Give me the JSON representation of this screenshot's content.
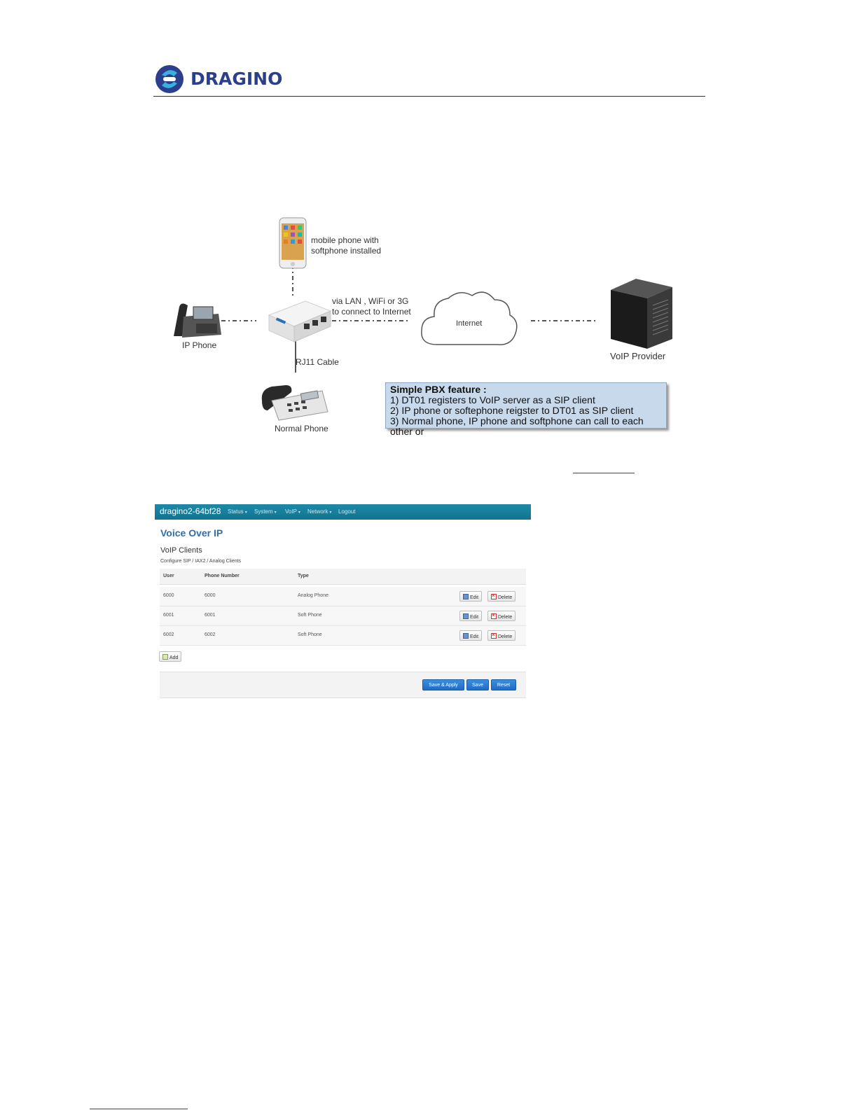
{
  "header": {
    "logo_text": "DRAGINO",
    "colors": {
      "brand": "#2b3f8c",
      "brand_light": "#3ab0e0"
    }
  },
  "diagram": {
    "mobile_label_1": "mobile phone with",
    "mobile_label_2": "softphone installed",
    "ip_phone_label": "IP Phone",
    "link_label_1": "via LAN , WiFi or 3G",
    "link_label_2": "to connect to Internet",
    "internet_label": "Internet",
    "server_label": "VoIP Provider",
    "rj11_label": "RJ11 Cable",
    "normal_phone_label": "Normal Phone",
    "pbx": {
      "title": "Simple PBX feature :",
      "lines": [
        "1) DT01 registers to VoIP server as a SIP client",
        "2) IP phone or softephone reigster to DT01 as SIP client",
        "3) Normal phone, IP phone and softphone can call to each other or"
      ]
    }
  },
  "ui": {
    "brand": "dragino2-64bf28",
    "nav": [
      "Status",
      "System",
      "VoIP",
      "Network",
      "Logout"
    ],
    "title": "Voice Over IP",
    "section": "VoIP Clients",
    "description": "Configure SIP / IAX2 / Analog Clients",
    "columns": [
      "User",
      "Phone Number",
      "Type"
    ],
    "rows": [
      {
        "user": "6000",
        "phone": "6000",
        "type": "Analog Phone"
      },
      {
        "user": "6001",
        "phone": "6001",
        "type": "Soft Phone"
      },
      {
        "user": "6002",
        "phone": "6002",
        "type": "Soft Phone"
      }
    ],
    "edit_label": "Edit",
    "delete_label": "Delete",
    "add_label": "Add",
    "save_apply_label": "Save & Apply",
    "save_label": "Save",
    "reset_label": "Reset",
    "colors": {
      "navbar": "#1e8aa8",
      "title": "#2f6ea8",
      "primary_button": "#2a7bd4"
    }
  }
}
